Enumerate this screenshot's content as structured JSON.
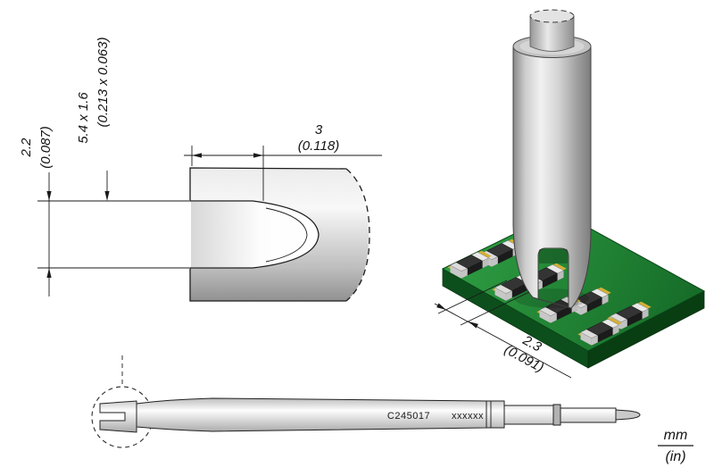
{
  "front_view": {
    "dim_height_mm": "2.2",
    "dim_height_in": "(0.087)",
    "dim_slot_mm": "5.4 x 1.6",
    "dim_slot_in": "(0.213 x 0.063)",
    "dim_depth_mm": "3",
    "dim_depth_in": "(0.118)"
  },
  "iso_view": {
    "dim_pitch_mm": "2.3",
    "dim_pitch_in": "(0.091)"
  },
  "side_view": {
    "part_number": "C245017",
    "serial_mask": "xxxxxx"
  },
  "legend": {
    "metric": "mm",
    "imperial": "(in)"
  },
  "colors": {
    "background": "#ffffff",
    "line": "#1a1a1a",
    "metal_light": "#f0f0f0",
    "metal_dark": "#8a8a8a",
    "pcb_green": "#1f8a33",
    "pcb_green_dark": "#0d4f1c",
    "pad_gold": "#d4af37",
    "chip_body": "#2f2f2f"
  }
}
